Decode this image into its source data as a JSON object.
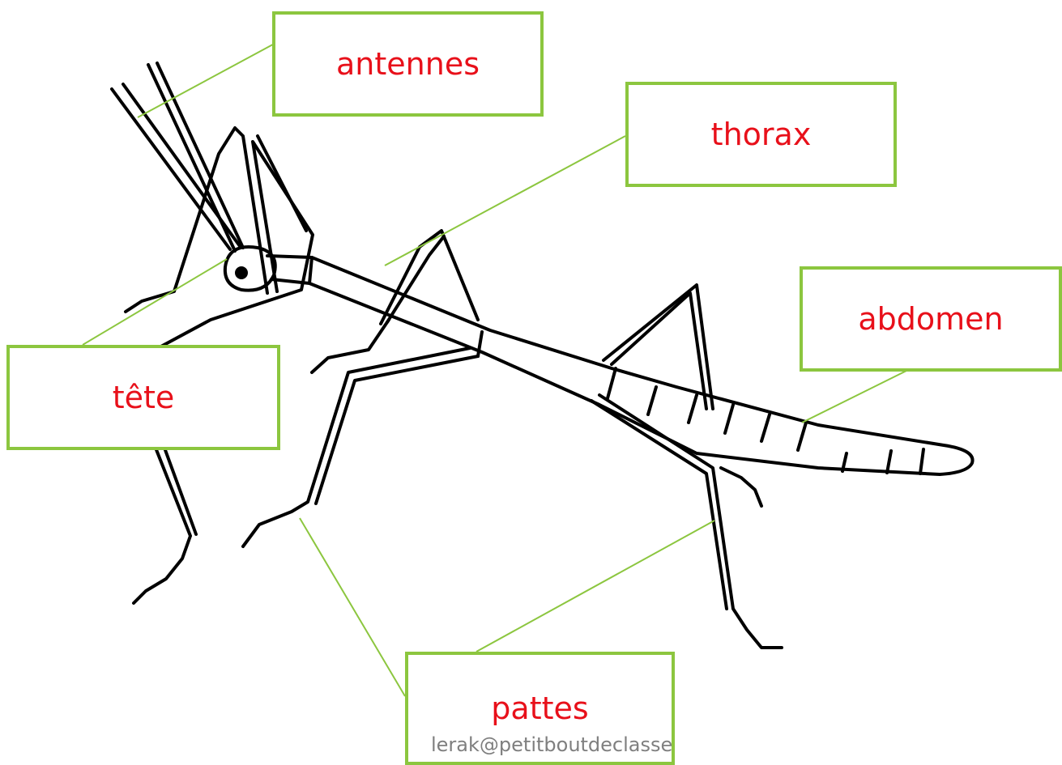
{
  "labels": {
    "antennes": "antennes",
    "thorax": "thorax",
    "abdomen": "abdomen",
    "tete": "tête",
    "pattes": "pattes"
  },
  "watermark": "lerak@petitboutdeclasse",
  "colors": {
    "label_text": "#e8101a",
    "box_border": "#8cc63f",
    "leader_line": "#8cc63f",
    "drawing": "#000000"
  }
}
